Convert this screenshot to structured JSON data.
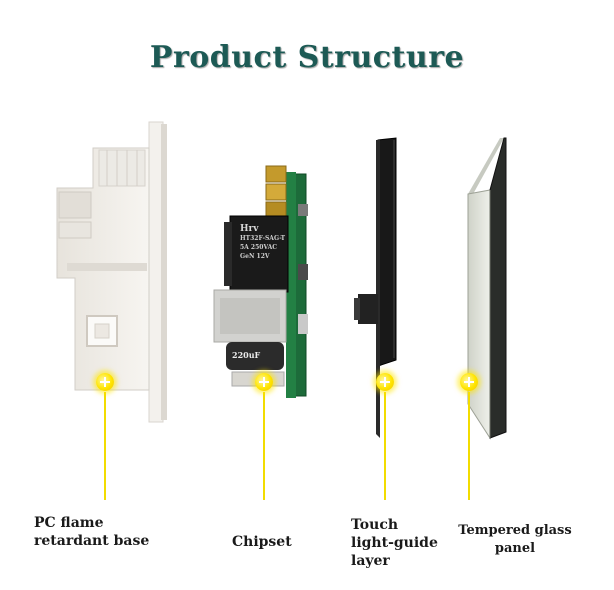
{
  "title": "Product Structure",
  "parts": [
    {
      "label_lines": [
        "PC flame",
        "retardant base"
      ]
    },
    {
      "label_lines": [
        "Chipset"
      ]
    },
    {
      "label_lines": [
        "Touch",
        "light-guide",
        "layer"
      ]
    },
    {
      "label_lines": [
        "Tempered glass",
        "panel"
      ]
    }
  ],
  "relay_text": [
    "Hrv",
    "HT32F-SAG-T",
    "5A 250VAC",
    "GeN 12V"
  ],
  "capacitor_text": "220uF",
  "colors": {
    "title": "#1d5a55",
    "marker": "#ffe500"
  }
}
